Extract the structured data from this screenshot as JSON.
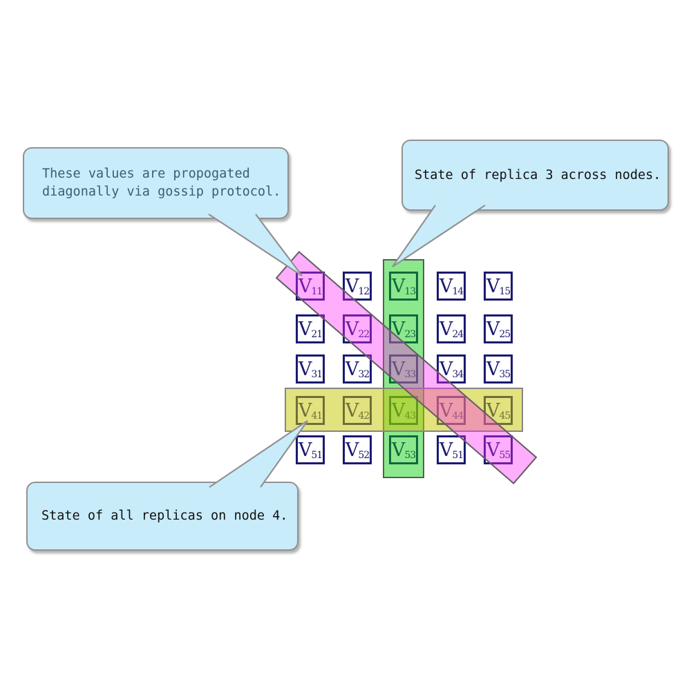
{
  "diagram": {
    "matrix": {
      "symbol": "V",
      "subscripts": [
        [
          "11",
          "12",
          "13",
          "14",
          "15"
        ],
        [
          "21",
          "22",
          "23",
          "24",
          "25"
        ],
        [
          "31",
          "32",
          "33",
          "34",
          "35"
        ],
        [
          "41",
          "42",
          "43",
          "44",
          "45"
        ],
        [
          "51",
          "52",
          "53",
          "51",
          "55"
        ]
      ],
      "cell_border_color": "#191970",
      "cell_text_color": "#191970"
    },
    "highlights": {
      "column3": {
        "meaning": "state of replica 3 across nodes",
        "fill": "rgba(0,204,0,0.45)",
        "border": "#5a5a5a"
      },
      "row4": {
        "meaning": "state of all replicas on node 4",
        "fill": "rgba(198,198,0,0.5)",
        "border": "#858585"
      },
      "diagonal": {
        "meaning": "values propogated diagonally via gossip protocol",
        "fill": "rgba(255,40,250,0.38)",
        "border": "#606060"
      }
    }
  },
  "callouts": [
    {
      "lines": [
        "These values are propogated",
        "diagonally via gossip protocol."
      ],
      "text_color": "#35616f"
    },
    {
      "lines": [
        "State of replica 3 across nodes."
      ],
      "text_color": "#111111"
    },
    {
      "lines": [
        "State of all replicas on node 4."
      ],
      "text_color": "#111111"
    }
  ],
  "colors": {
    "background": "#ffffff",
    "callout_fill": "#c9ecfb",
    "callout_border": "#919191"
  }
}
